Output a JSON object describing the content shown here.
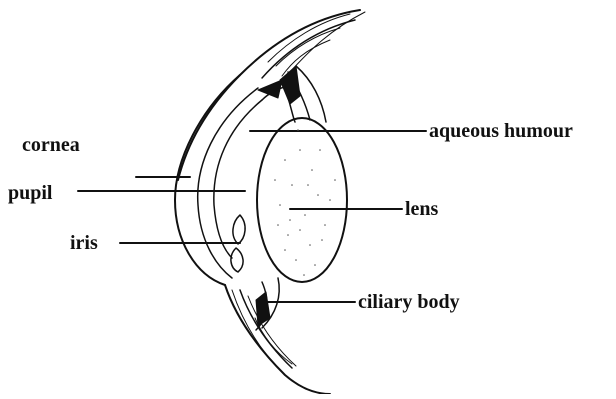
{
  "diagram": {
    "labels": {
      "cornea": "cornea",
      "pupil": "pupil",
      "iris": "iris",
      "aqueous_humour": "aqueous humour",
      "lens": "lens",
      "ciliary_body": "ciliary body"
    },
    "colors": {
      "ink": "#111111",
      "background": "#ffffff"
    }
  }
}
